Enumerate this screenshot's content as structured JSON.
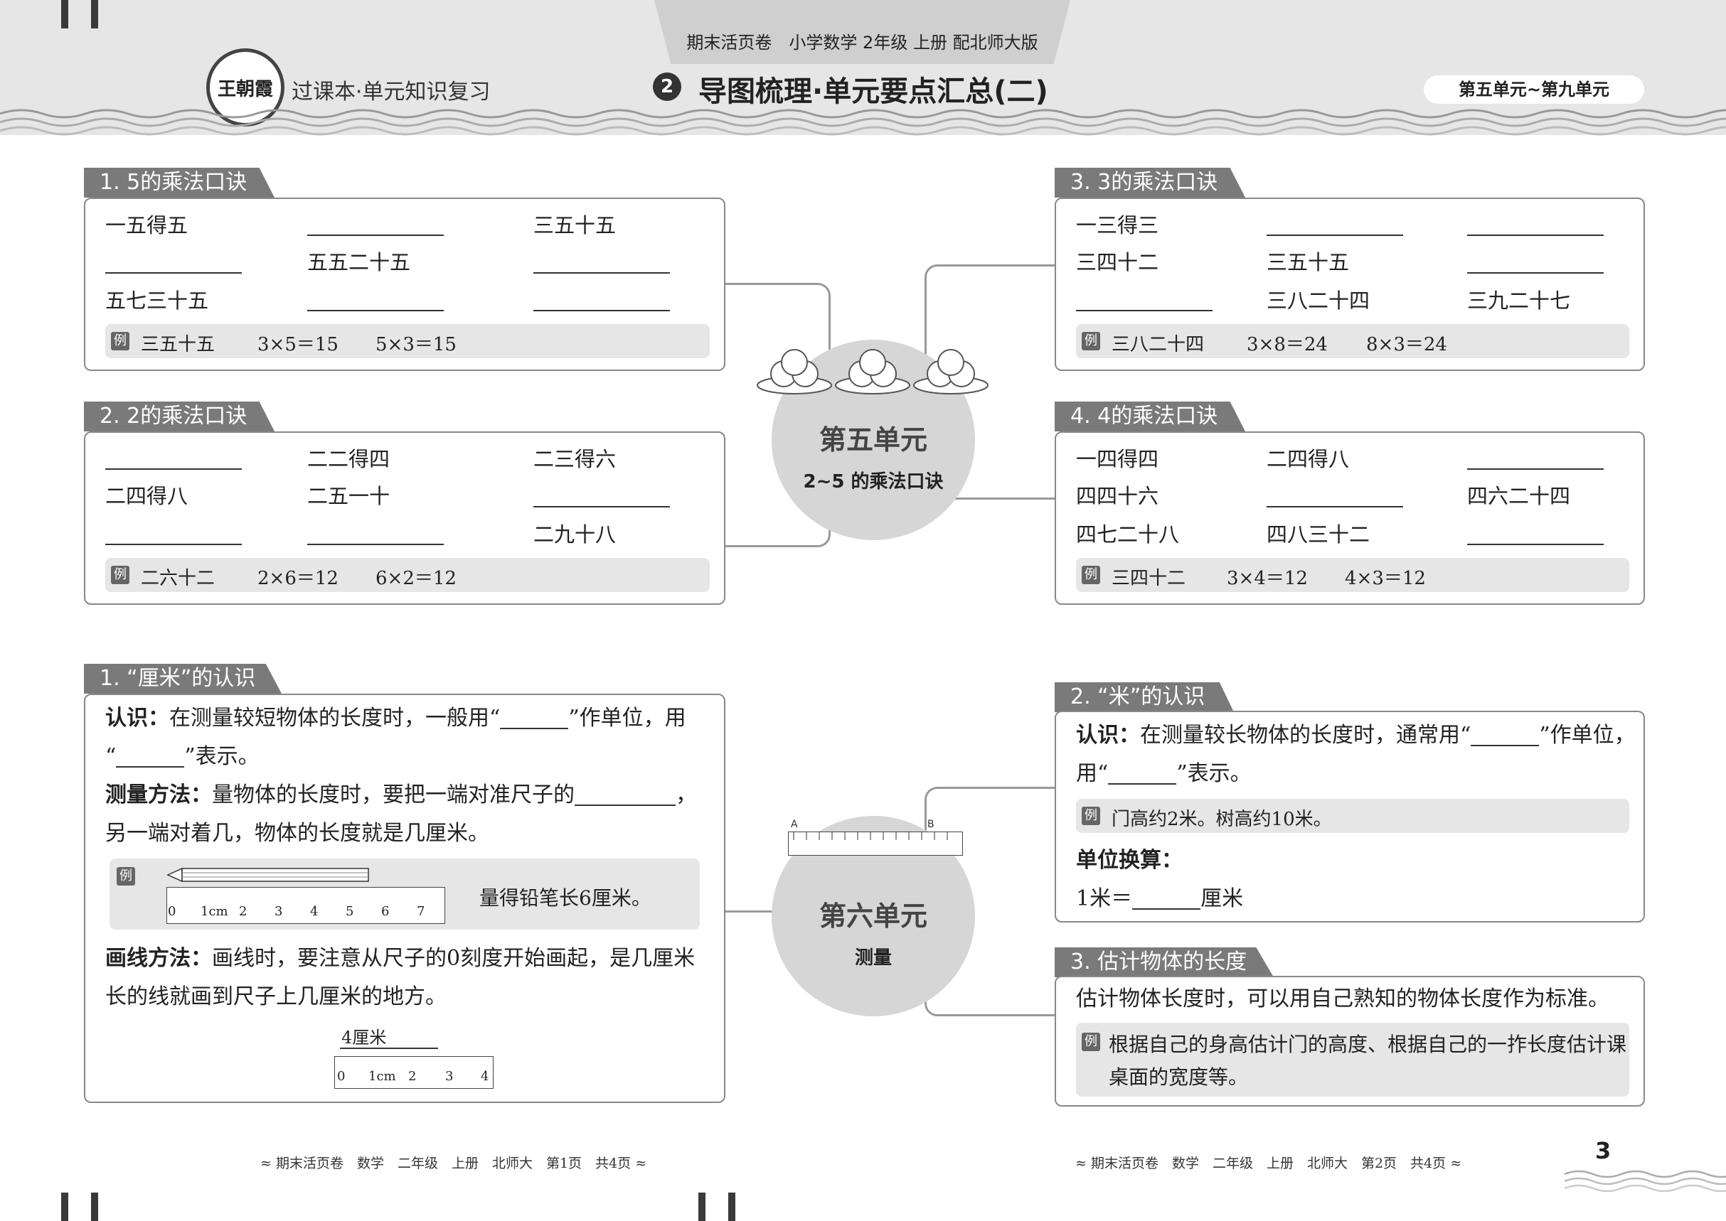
{
  "header": {
    "series_line": "期末活页卷　小学数学 2年级 上册 配北师大版",
    "logo_text": "王朝霞",
    "section_label": "过课本·单元知识复习",
    "badge_number": "2",
    "title": "导图梳理·单元要点汇总(二)",
    "range": "第五单元~第九单元"
  },
  "unit5": {
    "title": "第五单元",
    "subtitle": "2~5 的乘法口诀",
    "five": {
      "tab": "1. 5的乘法口诀",
      "r1": [
        "一五得五",
        "三五十五"
      ],
      "r2": [
        "五五二十五"
      ],
      "r3": [
        "五七三十五"
      ],
      "example": {
        "label": "例",
        "rhyme": "三五十五",
        "eq1": "3×5＝15",
        "eq2": "5×3＝15"
      }
    },
    "two": {
      "tab": "2. 2的乘法口诀",
      "r1": [
        "二二得四",
        "二三得六"
      ],
      "r2": [
        "二四得八",
        "二五一十"
      ],
      "r3": [
        "二九十八"
      ],
      "example": {
        "label": "例",
        "rhyme": "二六十二",
        "eq1": "2×6＝12",
        "eq2": "6×2＝12"
      }
    },
    "three": {
      "tab": "3. 3的乘法口诀",
      "r1": [
        "一三得三"
      ],
      "r2": [
        "三四十二",
        "三五十五"
      ],
      "r3": [
        "三八二十四",
        "三九二十七"
      ],
      "example": {
        "label": "例",
        "rhyme": "三八二十四",
        "eq1": "3×8＝24",
        "eq2": "8×3＝24"
      }
    },
    "four": {
      "tab": "4. 4的乘法口诀",
      "r1": [
        "一四得四",
        "二四得八"
      ],
      "r2": [
        "四四十六",
        "四六二十四"
      ],
      "r3": [
        "四七二十八",
        "四八三十二"
      ],
      "example": {
        "label": "例",
        "rhyme": "三四十二",
        "eq1": "3×4＝12",
        "eq2": "4×3＝12"
      }
    }
  },
  "unit6": {
    "title": "第六单元",
    "subtitle": "测量",
    "ruler_marks": [
      "A",
      "B"
    ],
    "cm": {
      "tab": "1. “厘米”的认识",
      "p1_label": "认识：",
      "p1_a": "在测量较短物体的长度时，一般用“",
      "p1_b": "”作单位，用",
      "p1_c": "“",
      "p1_d": "”表示。",
      "p2_label": "测量方法：",
      "p2_a": "量物体的长度时，要把一端对准尺子的",
      "p2_b": "，",
      "p2_c": "另一端对着几，物体的长度就是几厘米。",
      "example_label": "例",
      "ruler_ticks": [
        "0",
        "1cm",
        "2",
        "3",
        "4",
        "5",
        "6",
        "7"
      ],
      "example_text": "量得铅笔长6厘米。",
      "p3_label": "画线方法：",
      "p3_a": "画线时，要注意从尺子的0刻度开始画起，是几厘米",
      "p3_b": "长的线就画到尺子上几厘米的地方。",
      "line_label": "4厘米",
      "ruler2_ticks": [
        "0",
        "1cm",
        "2",
        "3",
        "4"
      ]
    },
    "m": {
      "tab": "2. “米”的认识",
      "p1_label": "认识：",
      "p1_a": "在测量较长物体的长度时，通常用“",
      "p1_b": "”作单位，",
      "p1_c": "用“",
      "p1_d": "”表示。",
      "example_label": "例",
      "example_text": "门高约2米。树高约10米。",
      "conv_label": "单位换算：",
      "conv_a": "1米＝",
      "conv_b": "厘米"
    },
    "estimate": {
      "tab": "3. 估计物体的长度",
      "text": "估计物体长度时，可以用自己熟知的物体长度作为标准。",
      "example_label": "例",
      "example_a": "根据自己的身高估计门的高度、根据自己的一拃长度估计课",
      "example_b": "桌面的宽度等。"
    }
  },
  "footer": {
    "left": "期末活页卷　数学　二年级　上册　北师大　第1页　共4页",
    "right": "期末活页卷　数学　二年级　上册　北师大　第2页　共4页",
    "page_number": "3"
  },
  "colors": {
    "panel_tab": "#7a7a7a",
    "panel_border": "#888888",
    "unit_circle": "#d6d6d6",
    "header_band": "#e6e6e6"
  }
}
